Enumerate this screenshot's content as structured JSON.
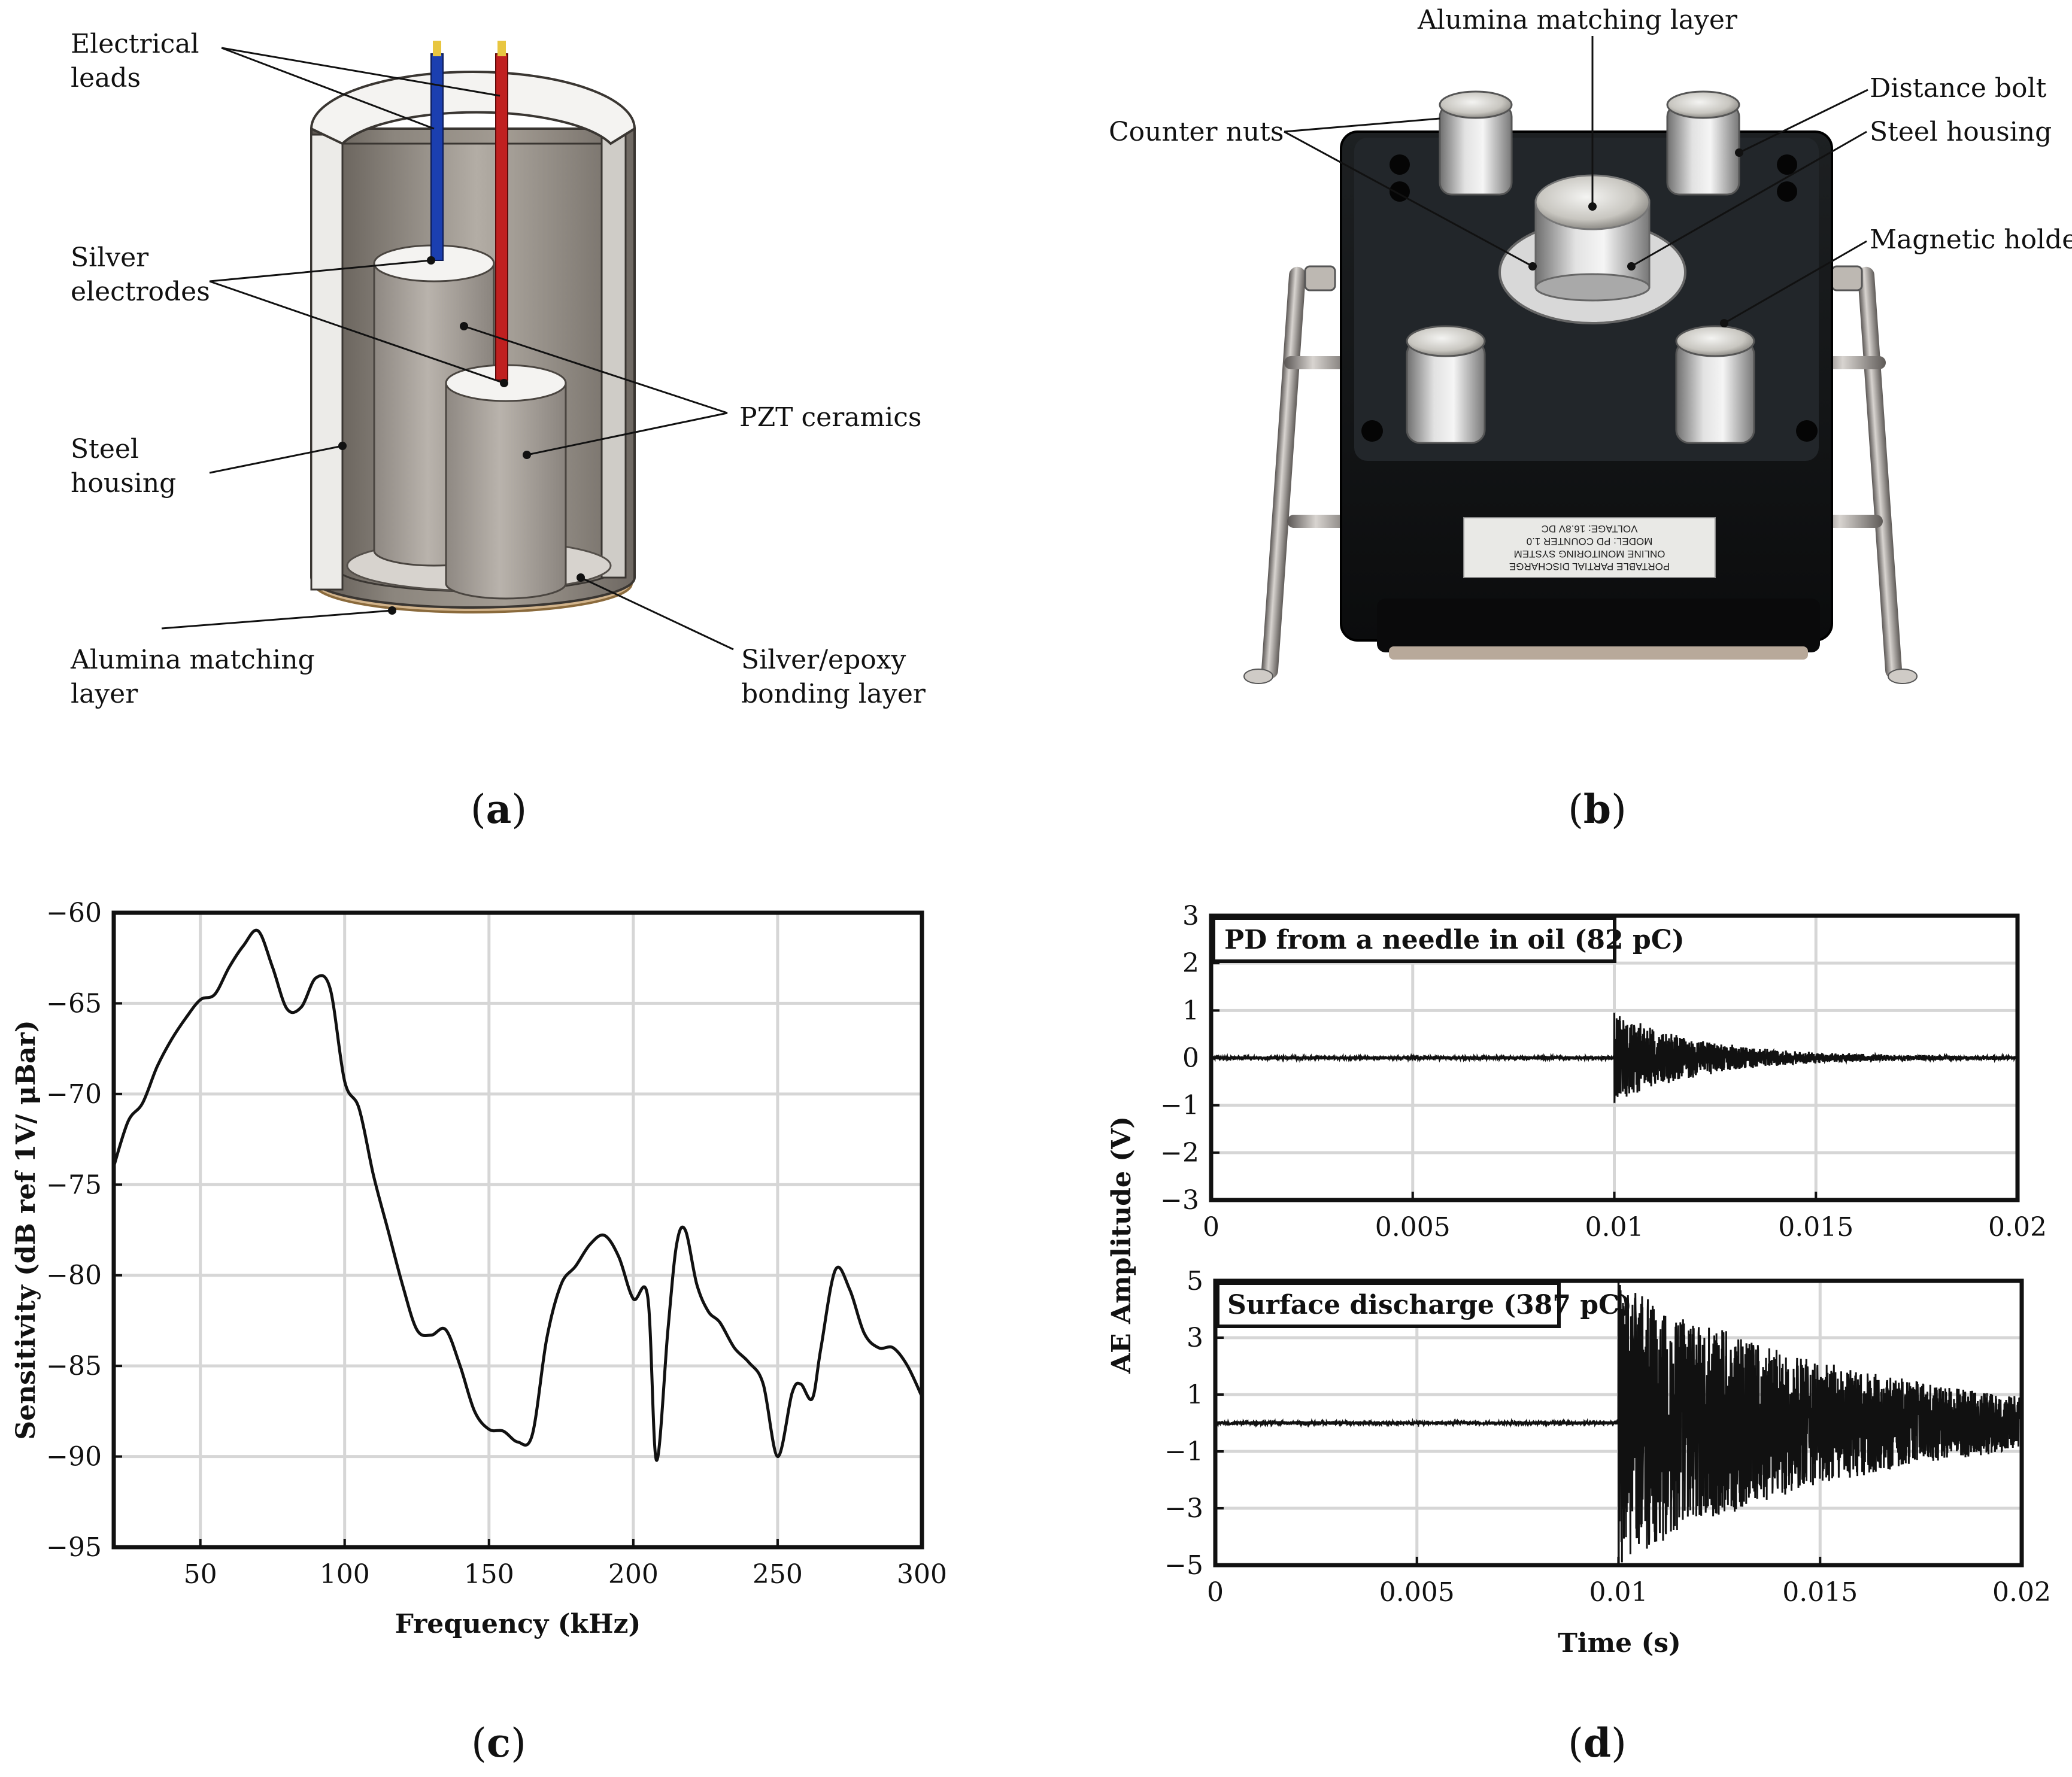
{
  "panel_a": {
    "caption": "a",
    "labels": {
      "electrical_leads_1": "Electrical",
      "electrical_leads_2": "leads",
      "silver_electrodes_1": "Silver",
      "silver_electrodes_2": "electrodes",
      "steel_housing_1": "Steel",
      "steel_housing_2": "housing",
      "alumina_1": "Alumina matching",
      "alumina_2": "layer",
      "pzt": "PZT ceramics",
      "bonding_1": "Silver/epoxy",
      "bonding_2": "bonding layer"
    }
  },
  "panel_b": {
    "caption": "b",
    "labels": {
      "alumina": "Alumina matching layer",
      "counter_nuts": "Counter nuts",
      "distance_bolt": "Distance bolt",
      "steel_housing": "Steel housing",
      "magnetic_holder": "Magnetic holder"
    },
    "plate_lines": [
      "PORTABLE PARTIAL DISCHARGE",
      "ONLINE MONITORING SYSTEM",
      "MODEL: PD COUNTER 1.0",
      "VOLTAGE: 16.8V DC"
    ]
  },
  "panel_c": {
    "caption": "c"
  },
  "panel_d": {
    "caption": "d"
  },
  "chart_data": [
    {
      "type": "line",
      "panel": "c",
      "xlabel": "Frequency (kHz)",
      "ylabel": "Sensitivity (dB ref 1V/ μBar)",
      "xlim": [
        20,
        300
      ],
      "ylim": [
        -95,
        -60
      ],
      "xticks": [
        50,
        100,
        150,
        200,
        250,
        300
      ],
      "yticks": [
        -95,
        -90,
        -85,
        -80,
        -75,
        -70,
        -65,
        -60
      ],
      "xtick_labels": [
        "50",
        "100",
        "150",
        "200",
        "250",
        "300"
      ],
      "ytick_labels": [
        "−95",
        "−90",
        "−85",
        "−80",
        "−75",
        "−70",
        "−65",
        "−60"
      ],
      "grid": true,
      "series": [
        {
          "x": [
            20,
            25,
            30,
            35,
            40,
            45,
            50,
            55,
            60,
            65,
            70,
            75,
            80,
            85,
            90,
            95,
            100,
            105,
            110,
            115,
            120,
            125,
            130,
            135,
            140,
            145,
            150,
            155,
            160,
            165,
            170,
            175,
            180,
            185,
            190,
            195,
            200,
            205,
            208,
            212,
            215,
            218,
            222,
            226,
            230,
            235,
            240,
            245,
            250,
            255,
            258,
            262,
            265,
            270,
            275,
            280,
            285,
            290,
            295,
            300
          ],
          "y": [
            -74,
            -71.5,
            -70.5,
            -68.5,
            -67,
            -65.8,
            -64.8,
            -64.5,
            -63,
            -61.8,
            -61,
            -63,
            -65.3,
            -65.2,
            -63.6,
            -64.2,
            -69.3,
            -70.8,
            -74.5,
            -77.5,
            -80.5,
            -83,
            -83.3,
            -83,
            -85,
            -87.5,
            -88.5,
            -88.6,
            -89.2,
            -88.8,
            -83.5,
            -80.5,
            -79.5,
            -78.3,
            -77.8,
            -79,
            -81.3,
            -81.2,
            -90.2,
            -83,
            -78.3,
            -77.5,
            -80.5,
            -82,
            -82.6,
            -84,
            -84.8,
            -86,
            -90,
            -86.5,
            -86,
            -86.8,
            -84,
            -79.7,
            -80.8,
            -83.2,
            -84,
            -84,
            -85,
            -86.7
          ]
        }
      ]
    },
    {
      "type": "line",
      "panel": "d-top",
      "annotation": "PD from a needle in oil (82 pC)",
      "xlim": [
        0,
        0.02
      ],
      "ylim": [
        -3,
        3
      ],
      "xticks": [
        0,
        0.005,
        0.01,
        0.015,
        0.02
      ],
      "yticks": [
        -3,
        -2,
        -1,
        0,
        1,
        2,
        3
      ],
      "xtick_labels": [
        "0",
        "0.005",
        "0.01",
        "0.015",
        "0.02"
      ],
      "ytick_labels": [
        "−3",
        "−2",
        "−1",
        "0",
        "1",
        "2",
        "3"
      ],
      "grid": true,
      "signal": {
        "onset": 0.01,
        "noise": 0.035,
        "peak": 0.95,
        "decay": 0.0022
      }
    },
    {
      "type": "line",
      "panel": "d-bottom",
      "annotation": "Surface discharge (387 pC)",
      "xlabel": "Time (s)",
      "ylabel": "AE Amplitude (V)",
      "xlim": [
        0,
        0.02
      ],
      "ylim": [
        -5,
        5
      ],
      "xticks": [
        0,
        0.005,
        0.01,
        0.015,
        0.02
      ],
      "yticks": [
        -5,
        -3,
        -1,
        1,
        3,
        5
      ],
      "xtick_labels": [
        "0",
        "0.005",
        "0.01",
        "0.015",
        "0.02"
      ],
      "ytick_labels": [
        "−5",
        "−3",
        "−1",
        "1",
        "3",
        "5"
      ],
      "grid": true,
      "signal": {
        "onset": 0.01,
        "noise": 0.06,
        "peak": 5,
        "decay": 0.006
      }
    }
  ]
}
